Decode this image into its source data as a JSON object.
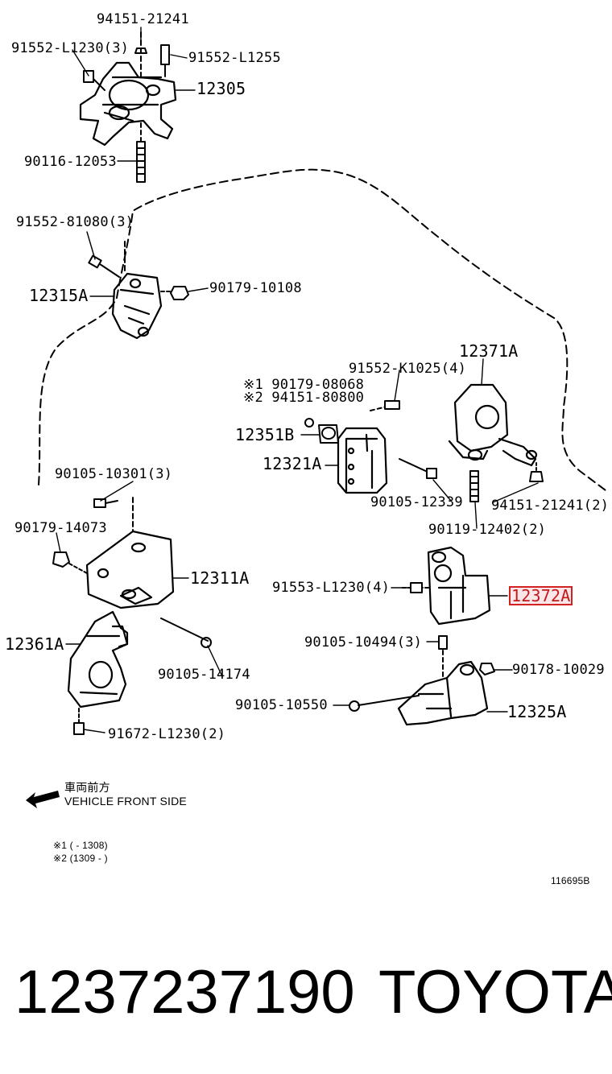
{
  "labels": {
    "p94151_21241_top": "94151-21241",
    "p91552_L1230_3": "91552-L1230(3)",
    "p91552_L1255": "91552-L1255",
    "p12305": "12305",
    "p90116_12053": "90116-12053",
    "p91552_81080_3": "91552-81080(3)",
    "p12315A": "12315A",
    "p90179_10108": "90179-10108",
    "p12371A": "12371A",
    "p91552_K1025_4": "91552-K1025(4)",
    "p90179_08068": "※1 90179-08068",
    "p94151_80800": "※2 94151-80800",
    "p12351B": "12351B",
    "p12321A": "12321A",
    "p90105_12339": "90105-12339",
    "p94151_21241_2": "94151-21241(2)",
    "p90119_12402_2": "90119-12402(2)",
    "p90105_10301_3": "90105-10301(3)",
    "p90179_14073": "90179-14073",
    "p12311A": "12311A",
    "p91553_L1230_4": "91553-L1230(4)",
    "p12372A": "12372A",
    "p12361A": "12361A",
    "p90105_10494_3": "90105-10494(3)",
    "p90105_14174": "90105-14174",
    "p90178_10029": "90178-10029",
    "p90105_10550": "90105-10550",
    "p12325A": "12325A",
    "p91672_L1230_2": "91672-L1230(2)"
  },
  "legend": {
    "front_jp": "車両前方",
    "front_en": "VEHICLE FRONT SIDE",
    "note1": "※1 (        - 1308)",
    "note2": "※2 (1309 -        )",
    "diagram_id": "116695B"
  },
  "footer": {
    "part_number": "1237237190",
    "brand": "TOYOTA"
  },
  "colors": {
    "highlight_border": "#d22222",
    "highlight_fill": "#fbe6ea"
  }
}
